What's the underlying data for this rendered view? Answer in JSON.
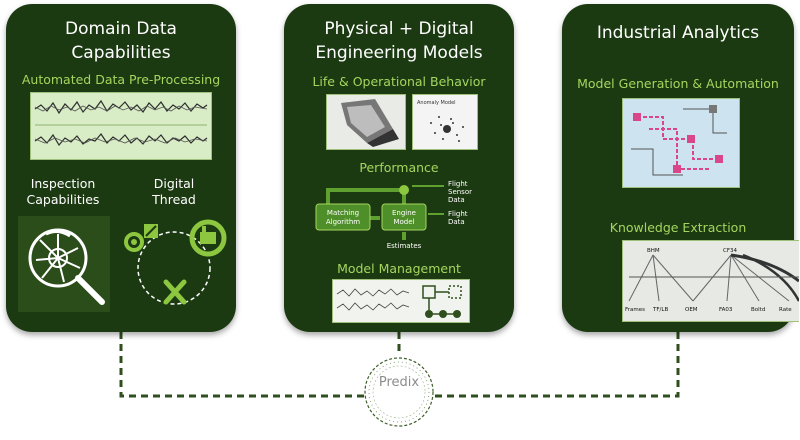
{
  "panels": [
    {
      "title_line1": "Domain Data",
      "title_line2": "Capabilities",
      "subtitle": "Automated Data Pre-Processing",
      "left_label_line1": "Inspection",
      "left_label_line2": "Capabilities",
      "right_label_line1": "Digital",
      "right_label_line2": "Thread"
    },
    {
      "title_line1": "Physical + Digital",
      "title_line2": "Engineering Models",
      "section1": "Life & Operational Behavior",
      "anomaly_label": "Anomaly Model",
      "section2": "Performance",
      "matching_line1": "Matching",
      "matching_line2": "Algorithm",
      "engine_line1": "Engine",
      "engine_line2": "Model",
      "estimates": "Estimates",
      "flight_sensor_line1": "Flight",
      "flight_sensor_line2": "Sensor",
      "flight_sensor_line3": "Data",
      "flight_data_line1": "Flight",
      "flight_data_line2": "Data",
      "section3": "Model Management"
    },
    {
      "title": "Industrial Analytics",
      "section1": "Model Generation & Automation",
      "section2": "Knowledge Extraction",
      "kg_nodes": [
        "BHM",
        "CF34",
        "Frames",
        "TF/LB",
        "OEM",
        "FA03",
        "Boltd",
        "Rate"
      ]
    }
  ],
  "hub": {
    "label": "Predix"
  },
  "colors": {
    "panel_bg": "#1c3a12",
    "accent": "#a4d65e",
    "connector": "#2f4f1f"
  }
}
